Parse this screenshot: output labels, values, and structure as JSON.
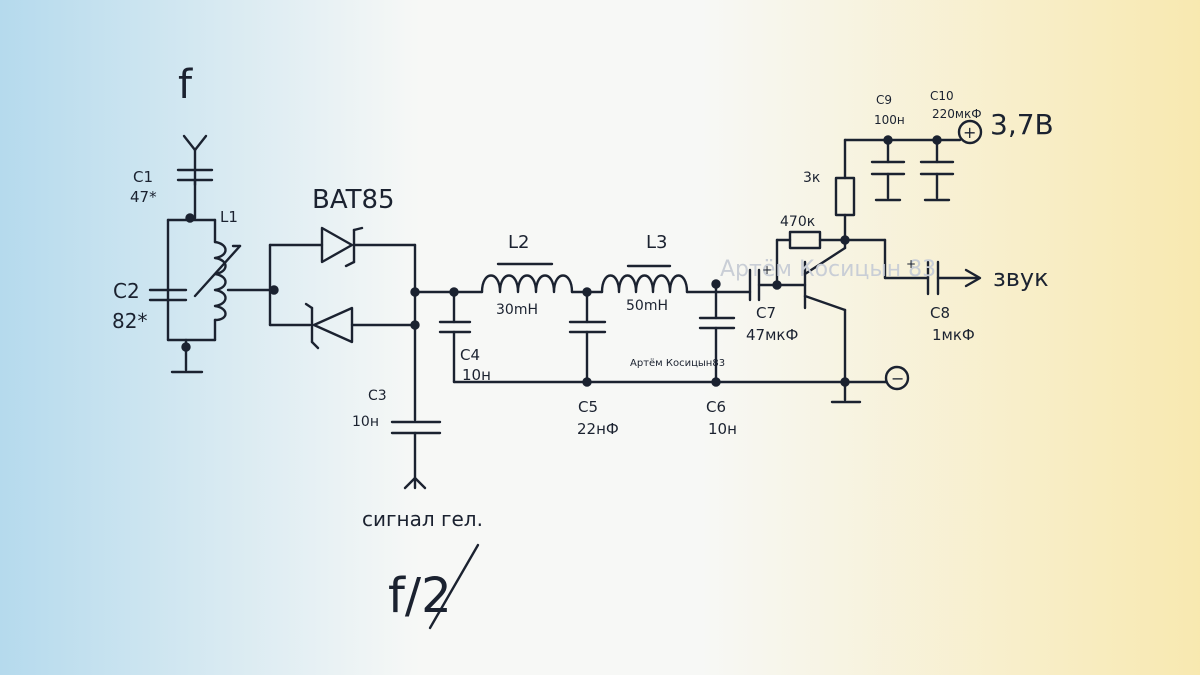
{
  "header": {
    "label": "f"
  },
  "footer": {
    "label": "f/2"
  },
  "watermark": "Артём Косицын 83",
  "colors": {
    "ink": "#1b2230",
    "paper": "#f7f8f6",
    "wash_blue": "#9fd0ea",
    "wash_yellow": "#f8e6a4"
  },
  "components": {
    "c1": {
      "ref": "C1",
      "value": "47*"
    },
    "c2": {
      "ref": "C2",
      "value": "82*"
    },
    "l1": {
      "ref": "L1"
    },
    "diodes": {
      "label": "BAT85"
    },
    "c3": {
      "ref": "C3",
      "value": "10н"
    },
    "c4": {
      "ref": "C4",
      "value": "10н"
    },
    "l2": {
      "ref": "L2",
      "value": "30mН"
    },
    "l3": {
      "ref": "L3",
      "value": "50mН"
    },
    "c5": {
      "ref": "C5",
      "value": "22нФ"
    },
    "c6": {
      "ref": "C6",
      "value": "10н"
    },
    "c7": {
      "ref": "C7",
      "value": "47мкФ"
    },
    "c8": {
      "ref": "C8",
      "value": "1мкФ"
    },
    "c9": {
      "ref": "C9",
      "value": "100н"
    },
    "c10": {
      "ref": "C10",
      "value": "220мкФ"
    },
    "r_collector": {
      "value": "3к"
    },
    "r_bias": {
      "value": "470к"
    }
  },
  "labels": {
    "signal_gen": "сигнал гел.",
    "power": "3,7В",
    "output": "звук",
    "author": "Артём Косицын83",
    "plus": "+",
    "minus": "−",
    "cap_plus": "+"
  }
}
